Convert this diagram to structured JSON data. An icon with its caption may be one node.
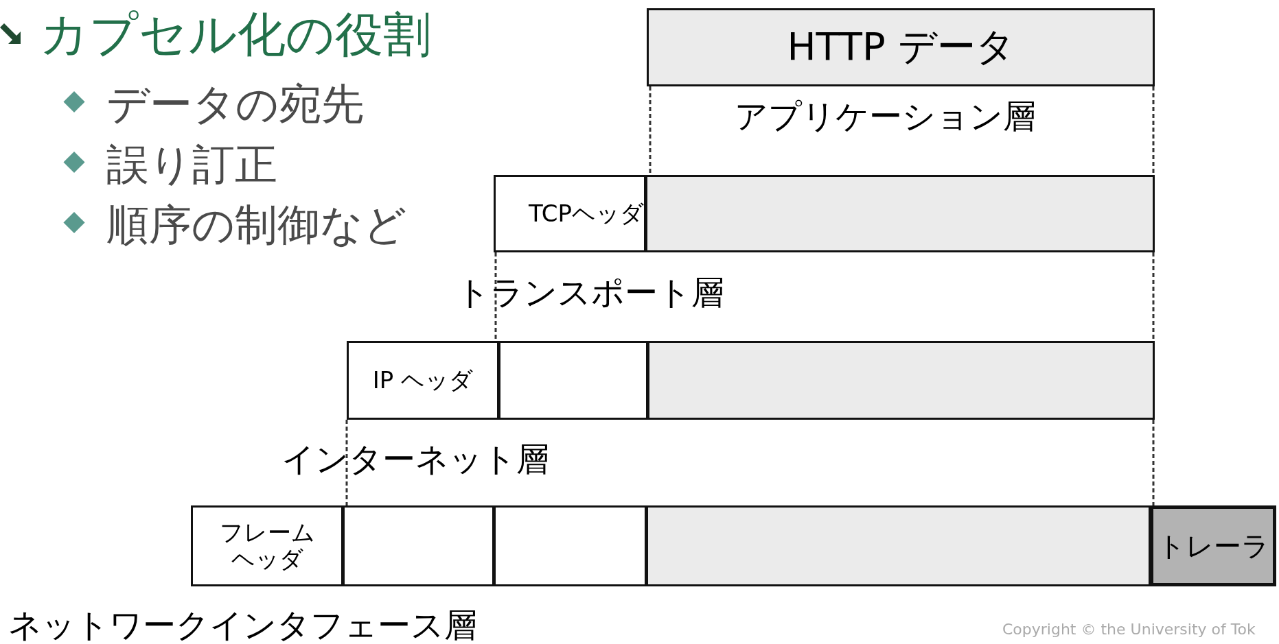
{
  "diagram": {
    "title": "カプセル化の役割",
    "nodes": [
      {
        "text": [
          "HTTP データ"
        ]
      },
      {
        "text": [
          "TCPヘッダ"
        ]
      },
      {
        "text": [],
        "shape": "box"
      },
      {
        "text": [
          "IP ヘッダ"
        ]
      },
      {
        "text": [],
        "shape": "box"
      },
      {
        "text": [],
        "shape": "box"
      },
      {
        "text": [
          "フレームヘッダ"
        ]
      },
      {
        "text": [],
        "shape": "box"
      },
      {
        "text": [],
        "shape": "box"
      },
      {
        "text": [],
        "shape": "box"
      },
      {
        "text": [
          "トレーラ"
        ]
      }
    ],
    "edges": [],
    "labels": [
      "データの宛先",
      "誤り訂正",
      "順序の制御など",
      "アプリケーション層",
      "トランスポート層",
      "インターネット層",
      "ネットワークインタフェース層",
      "Copyright © the University of Tok"
    ]
  }
}
